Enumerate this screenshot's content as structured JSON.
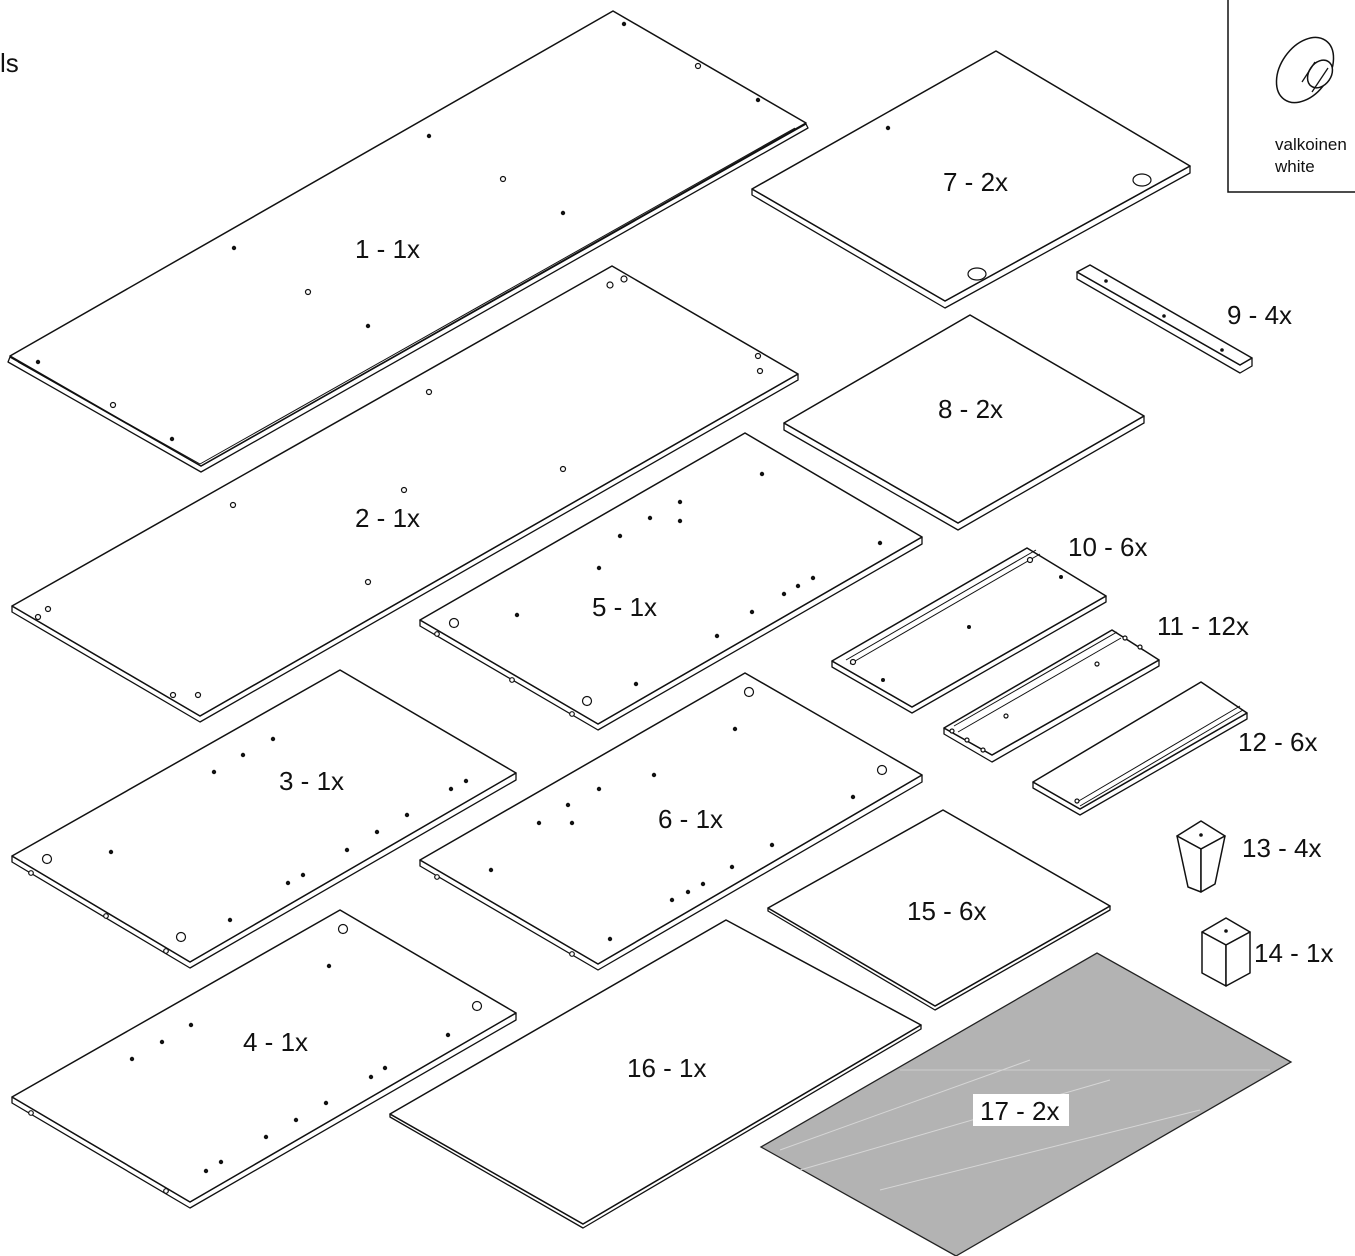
{
  "header_fragment": "ls",
  "legend": {
    "line1": "valkoinen",
    "line2": "white",
    "icon": "white-knob-icon"
  },
  "parts": [
    {
      "id": "1",
      "label": "1 - 1x"
    },
    {
      "id": "2",
      "label": "2 - 1x"
    },
    {
      "id": "3",
      "label": "3 - 1x"
    },
    {
      "id": "4",
      "label": "4 - 1x"
    },
    {
      "id": "5",
      "label": "5 - 1x"
    },
    {
      "id": "6",
      "label": "6 - 1x"
    },
    {
      "id": "7",
      "label": "7 - 2x"
    },
    {
      "id": "8",
      "label": "8 - 2x"
    },
    {
      "id": "9",
      "label": "9 - 4x"
    },
    {
      "id": "10",
      "label": "10 - 6x"
    },
    {
      "id": "11",
      "label": "11 - 12x"
    },
    {
      "id": "12",
      "label": "12 - 6x"
    },
    {
      "id": "13",
      "label": "13 - 4x"
    },
    {
      "id": "14",
      "label": "14 - 1x"
    },
    {
      "id": "15",
      "label": "15 - 6x"
    },
    {
      "id": "16",
      "label": "16 - 1x"
    },
    {
      "id": "17",
      "label": "17 - 2x"
    }
  ],
  "colors": {
    "line": "#111111",
    "glass": "#b3b3b3"
  }
}
